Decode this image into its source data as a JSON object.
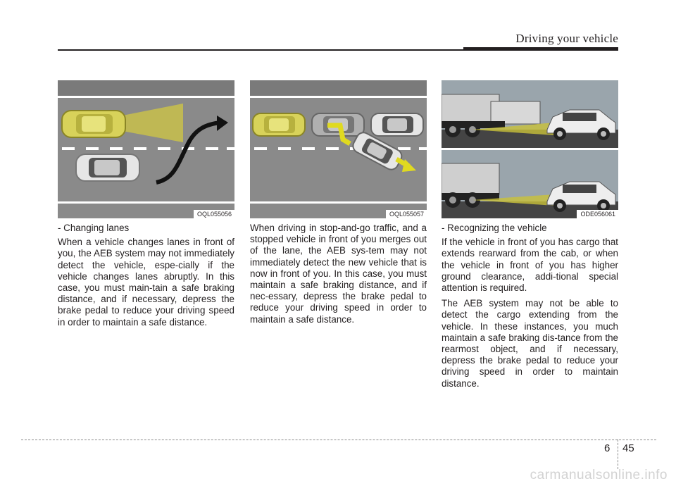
{
  "header": {
    "title": "Driving your vehicle"
  },
  "figures": [
    {
      "code": "OQL055056",
      "icons": [
        "yellow-car-icon",
        "white-car-icon",
        "detection-beam",
        "curved-arrow-icon"
      ]
    },
    {
      "code": "OQL055057",
      "icons": [
        "yellow-car-icon",
        "gray-car-icon",
        "white-car-icon",
        "lane-change-arrow-icon"
      ]
    },
    {
      "code": "ODE056061",
      "icons": [
        "truck-icon",
        "suv-icon",
        "detection-beam"
      ]
    }
  ],
  "columns": [
    {
      "subheading": "- Changing lanes",
      "paragraphs": [
        "When a vehicle changes lanes in front of you, the AEB system may not immediately detect the vehicle, espe-cially if the vehicle changes lanes abruptly. In this case, you must main-tain a safe braking distance, and if necessary, depress the brake pedal to reduce your driving speed in order to maintain a safe distance."
      ]
    },
    {
      "subheading": "",
      "paragraphs": [
        "When driving in stop-and-go traffic, and a stopped vehicle in front of you merges out of the lane, the AEB sys-tem may not immediately detect the new vehicle that is now in front of you. In this case, you must maintain a safe braking distance, and if nec-essary, depress the brake pedal to reduce your driving speed in order to maintain a safe distance."
      ]
    },
    {
      "subheading": "- Recognizing the vehicle",
      "paragraphs": [
        "If the vehicle in front of you has cargo that extends rearward from the cab, or when the vehicle in front of you has higher ground clearance, addi-tional special attention is required.",
        "The AEB system may not be able to detect the cargo extending from the vehicle. In these instances, you much maintain a safe braking dis-tance from the rearmost object, and if necessary, depress the brake pedal to reduce your driving speed in order to maintain distance."
      ]
    }
  ],
  "footer": {
    "chapter": "6",
    "page": "45"
  },
  "watermark": "carmanualsonline.info",
  "colors": {
    "road": "#8c8c8c",
    "lane": "#ffffff",
    "highlight": "#e6e600",
    "beam": "#c9c23a"
  }
}
